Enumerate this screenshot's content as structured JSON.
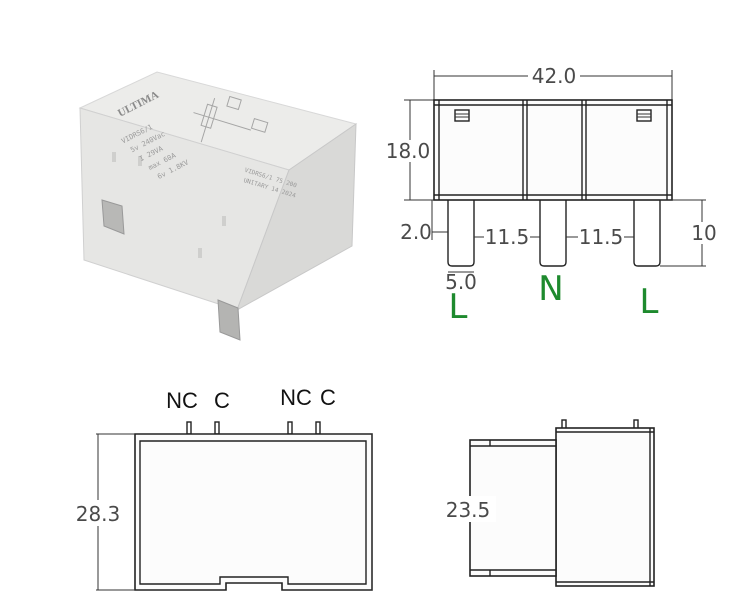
{
  "photo": {
    "brand": "ULTIMA",
    "model": "VIDRS6/1",
    "spec_lines": [
      "5v 240Vac",
      "I 29VA",
      "max 60A",
      "6v 1.8KV"
    ],
    "cert_lines": [
      "VIDRS6/1 75 200",
      "UNITARY 14 2024"
    ]
  },
  "front_view": {
    "width": "42.0",
    "height": "18.0",
    "pin_offset": "2.0",
    "spacing_left": "11.5",
    "spacing_right": "11.5",
    "pin_length": "10",
    "pin_width": "5.0",
    "pins": [
      "L",
      "N",
      "L"
    ]
  },
  "bottom_view": {
    "terminals": [
      "NC",
      "C",
      "NC",
      "C"
    ],
    "height": "28.3"
  },
  "side_view": {
    "height": "23.5"
  },
  "colors": {
    "pin_label": "#1e8a2e",
    "outline": "#222222",
    "dim_text": "#4a4a4a"
  }
}
